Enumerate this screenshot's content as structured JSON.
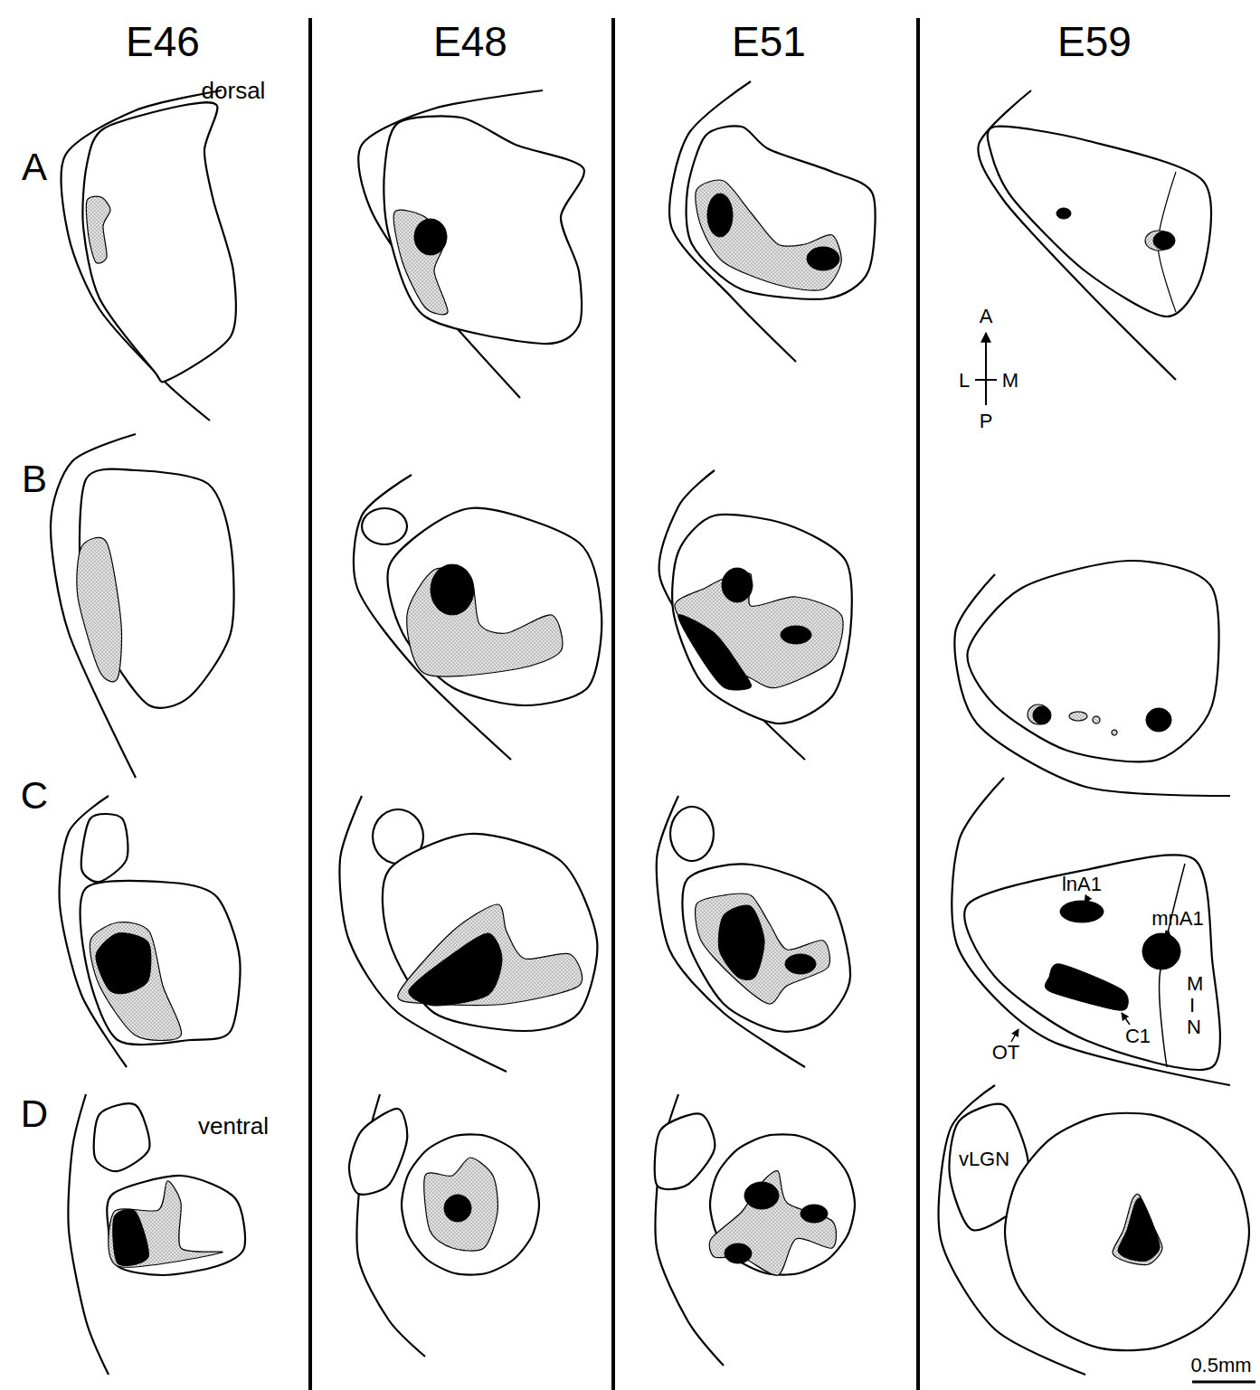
{
  "diagram": {
    "labels": [
      "E46",
      "E48",
      "E51",
      "E59",
      "A",
      "dorsal",
      "A",
      "L",
      "M",
      "P",
      "B",
      "C",
      "lnA1",
      "mnA1",
      "C1",
      "OT",
      "MIN",
      "D",
      "ventral",
      "vLGN",
      "0.5mm"
    ]
  }
}
